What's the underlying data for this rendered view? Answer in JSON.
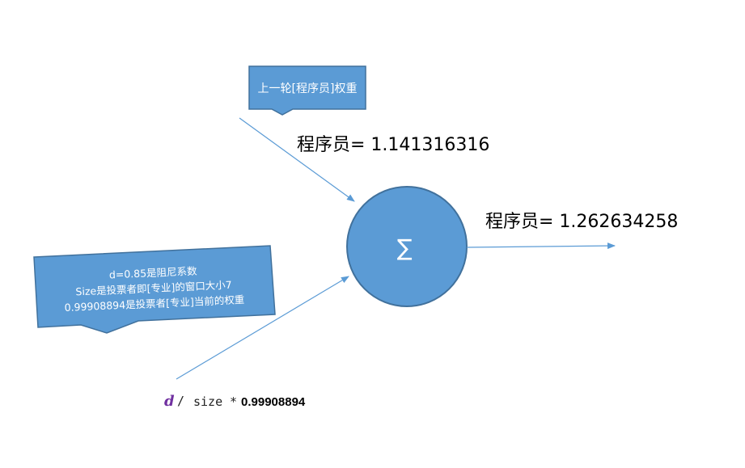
{
  "colors": {
    "node_fill": "#5b9bd5",
    "node_stroke": "#41719c",
    "arrow": "#5b9bd5",
    "callout_fill": "#5b9bd5",
    "callout_stroke": "#41719c",
    "formula_d": "#7030a0"
  },
  "callout_top": {
    "text": "上一轮[程序员]权重"
  },
  "input_top": {
    "label": "程序员= 1.141316316"
  },
  "node": {
    "symbol": "∑"
  },
  "output": {
    "label": "程序员= 1.262634258"
  },
  "callout_left": {
    "lines": [
      "d=0.85是阻尼系数",
      "Size是投票者即[专业]的窗口大小7",
      "0.99908894是投票者[专业]当前的权重"
    ]
  },
  "formula": {
    "d": "d",
    "slash": "/",
    "size": "size",
    "times": "*",
    "value": "0.99908894"
  }
}
